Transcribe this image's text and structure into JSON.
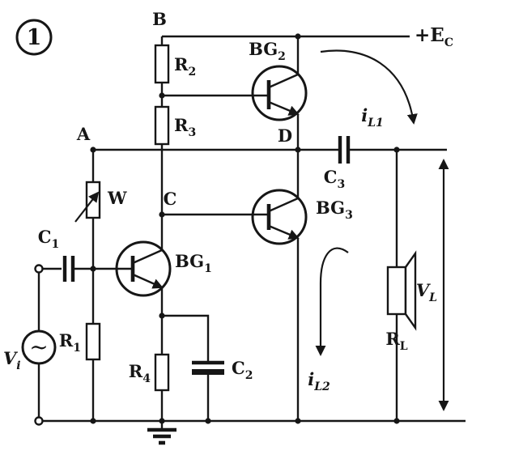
{
  "figure": {
    "number": "1"
  },
  "power": {
    "supply": {
      "base": "+E",
      "sub": "C"
    }
  },
  "nodes": {
    "a": "A",
    "b": "B",
    "c": "C",
    "d": "D"
  },
  "components": {
    "r1": {
      "base": "R",
      "sub": "1"
    },
    "r2": {
      "base": "R",
      "sub": "2"
    },
    "r3": {
      "base": "R",
      "sub": "3"
    },
    "r4": {
      "base": "R",
      "sub": "4"
    },
    "rl": {
      "base": "R",
      "sub": "L"
    },
    "c1": {
      "base": "C",
      "sub": "1"
    },
    "c2": {
      "base": "C",
      "sub": "2"
    },
    "c3": {
      "base": "C",
      "sub": "3"
    },
    "bg1": {
      "base": "BG",
      "sub": "1"
    },
    "bg2": {
      "base": "BG",
      "sub": "2"
    },
    "bg3": {
      "base": "BG",
      "sub": "3"
    },
    "w": {
      "label": "W"
    }
  },
  "signals": {
    "vi": {
      "base": "V",
      "sub": "i"
    },
    "vl": {
      "base": "V",
      "sub": "L"
    },
    "il1": {
      "base": "i",
      "sub": "L1"
    },
    "il2": {
      "base": "i",
      "sub": "L2"
    }
  },
  "source": {
    "symbol": "~"
  },
  "colors": {
    "ink": "#161616",
    "paper": "#ffffff"
  }
}
